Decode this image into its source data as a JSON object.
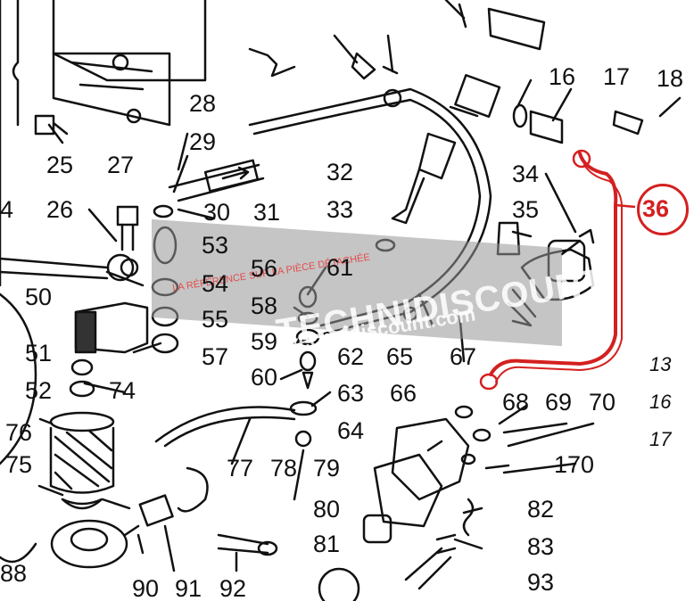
{
  "watermark": {
    "brand": "TECHNIDISCOUNT",
    "tagline": "LA RÉFÉRENCE SUR LA PIÈCE DÉTACHÉE",
    "url": "www.technidiscount.com"
  },
  "highlight": {
    "label": "36",
    "color": "#d42020"
  },
  "labels": {
    "l4": "4",
    "l16": "16",
    "l17": "17",
    "l18": "18",
    "l25": "25",
    "l26": "26",
    "l27": "27",
    "l28": "28",
    "l29": "29",
    "l30": "30",
    "l31": "31",
    "l32": "32",
    "l33": "33",
    "l34": "34",
    "l35": "35",
    "l50": "50",
    "l51": "51",
    "l52": "52",
    "l53": "53",
    "l54": "54",
    "l55": "55",
    "l56": "56",
    "l57": "57",
    "l58": "58",
    "l59": "59",
    "l60": "60",
    "l61": "61",
    "l62": "62",
    "l63": "63",
    "l64": "64",
    "l65": "65",
    "l66": "66",
    "l67": "67",
    "l68": "68",
    "l69": "69",
    "l70": "70",
    "l74": "74",
    "l75": "75",
    "l76": "76",
    "l77": "77",
    "l78": "78",
    "l79": "79",
    "l80": "80",
    "l81": "81",
    "l82": "82",
    "l83": "83",
    "l88": "88",
    "l90": "90",
    "l91": "91",
    "l92": "92",
    "l93": "93",
    "l170": "170",
    "r13": "13",
    "r16": "16",
    "r17": "17"
  }
}
